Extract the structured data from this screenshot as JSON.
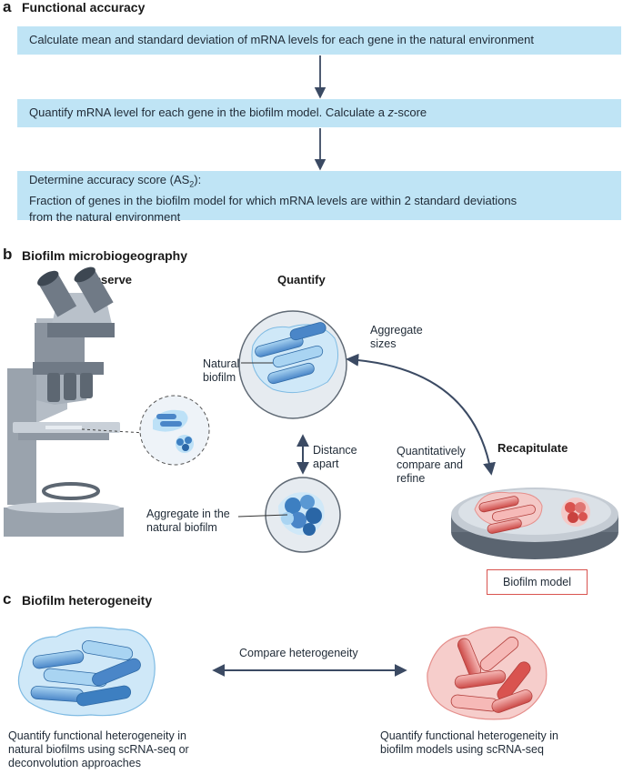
{
  "panel_a": {
    "letter": "a",
    "title": "Functional accuracy",
    "step1": "Calculate mean and standard deviation of mRNA levels for each gene in the natural environment",
    "step2_prefix": "Quantify mRNA level for each gene in the biofilm model. Calculate a ",
    "step2_italic": "z",
    "step2_suffix": "-score",
    "step3_line1_prefix": "Determine accuracy score (AS",
    "step3_line1_sub": "2",
    "step3_line1_suffix": "):",
    "step3_line2": "Fraction of genes in the biofilm model for which mRNA levels are within 2 standard deviations",
    "step3_line3": "from the natural environment"
  },
  "panel_b": {
    "letter": "b",
    "title": "Biofilm microbiogeography",
    "observe": "Observe",
    "quantify": "Quantify",
    "recapitulate": "Recapitulate",
    "natural_biofilm_1": "Natural",
    "natural_biofilm_2": "biofilm",
    "aggregate_sizes_1": "Aggregate",
    "aggregate_sizes_2": "sizes",
    "distance_1": "Distance",
    "distance_2": "apart",
    "compare_1": "Quantitatively",
    "compare_2": "compare and",
    "compare_3": "refine",
    "aggregate_natural_1": "Aggregate in the",
    "aggregate_natural_2": "natural biofilm",
    "biofilm_model": "Biofilm model"
  },
  "panel_c": {
    "letter": "c",
    "title": "Biofilm heterogeneity",
    "compare": "Compare heterogeneity",
    "left_1": "Quantify functional heterogeneity in",
    "left_2": "natural biofilms using scRNA-seq or",
    "left_3": "deconvolution approaches",
    "right_1": "Quantify functional heterogeneity in",
    "right_2": "biofilm models using scRNA-seq"
  },
  "colors": {
    "step_fill": "#bfe4f5",
    "arrow": "#3b4a63",
    "natural_blue": "#3d7fc1",
    "model_red": "#d9534f",
    "model_box_border": "#d9534f"
  }
}
